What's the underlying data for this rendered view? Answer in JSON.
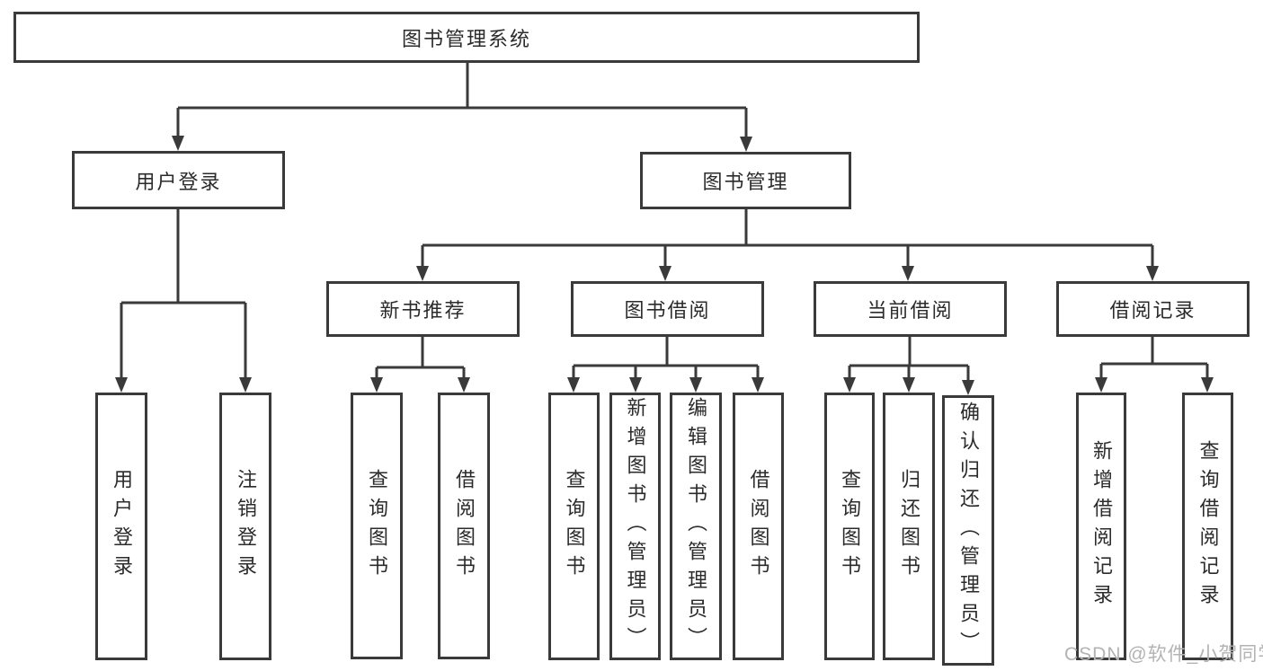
{
  "diagram_title": "图书管理系统",
  "colors": {
    "line": "#3a3a3a",
    "box_border": "#3a3a3a",
    "text": "#2b2b2b",
    "background": "#ffffff",
    "watermark": "#b3b3b3"
  },
  "root": {
    "label": "图书管理系统"
  },
  "level2": [
    {
      "label": "用户登录"
    },
    {
      "label": "图书管理"
    }
  ],
  "level3": [
    {
      "label": "新书推荐"
    },
    {
      "label": "图书借阅"
    },
    {
      "label": "当前借阅"
    },
    {
      "label": "借阅记录"
    }
  ],
  "leaves": {
    "user_login": [
      {
        "label": "用户登录"
      },
      {
        "label": "注销登录"
      }
    ],
    "new_book_rec": [
      {
        "label": "查询图书"
      },
      {
        "label": "借阅图书"
      }
    ],
    "book_borrow": [
      {
        "label": "查询图书"
      },
      {
        "label": "新增图书（管理员）"
      },
      {
        "label": "编辑图书（管理员）"
      },
      {
        "label": "借阅图书"
      }
    ],
    "current_borrow": [
      {
        "label": "查询图书"
      },
      {
        "label": "归还图书"
      },
      {
        "label": "确认归还（管理员）"
      }
    ],
    "borrow_records": [
      {
        "label": "新增借阅记录"
      },
      {
        "label": "查询借阅记录"
      }
    ]
  },
  "watermark": {
    "text": "CSDN @软件_小贺同学"
  }
}
